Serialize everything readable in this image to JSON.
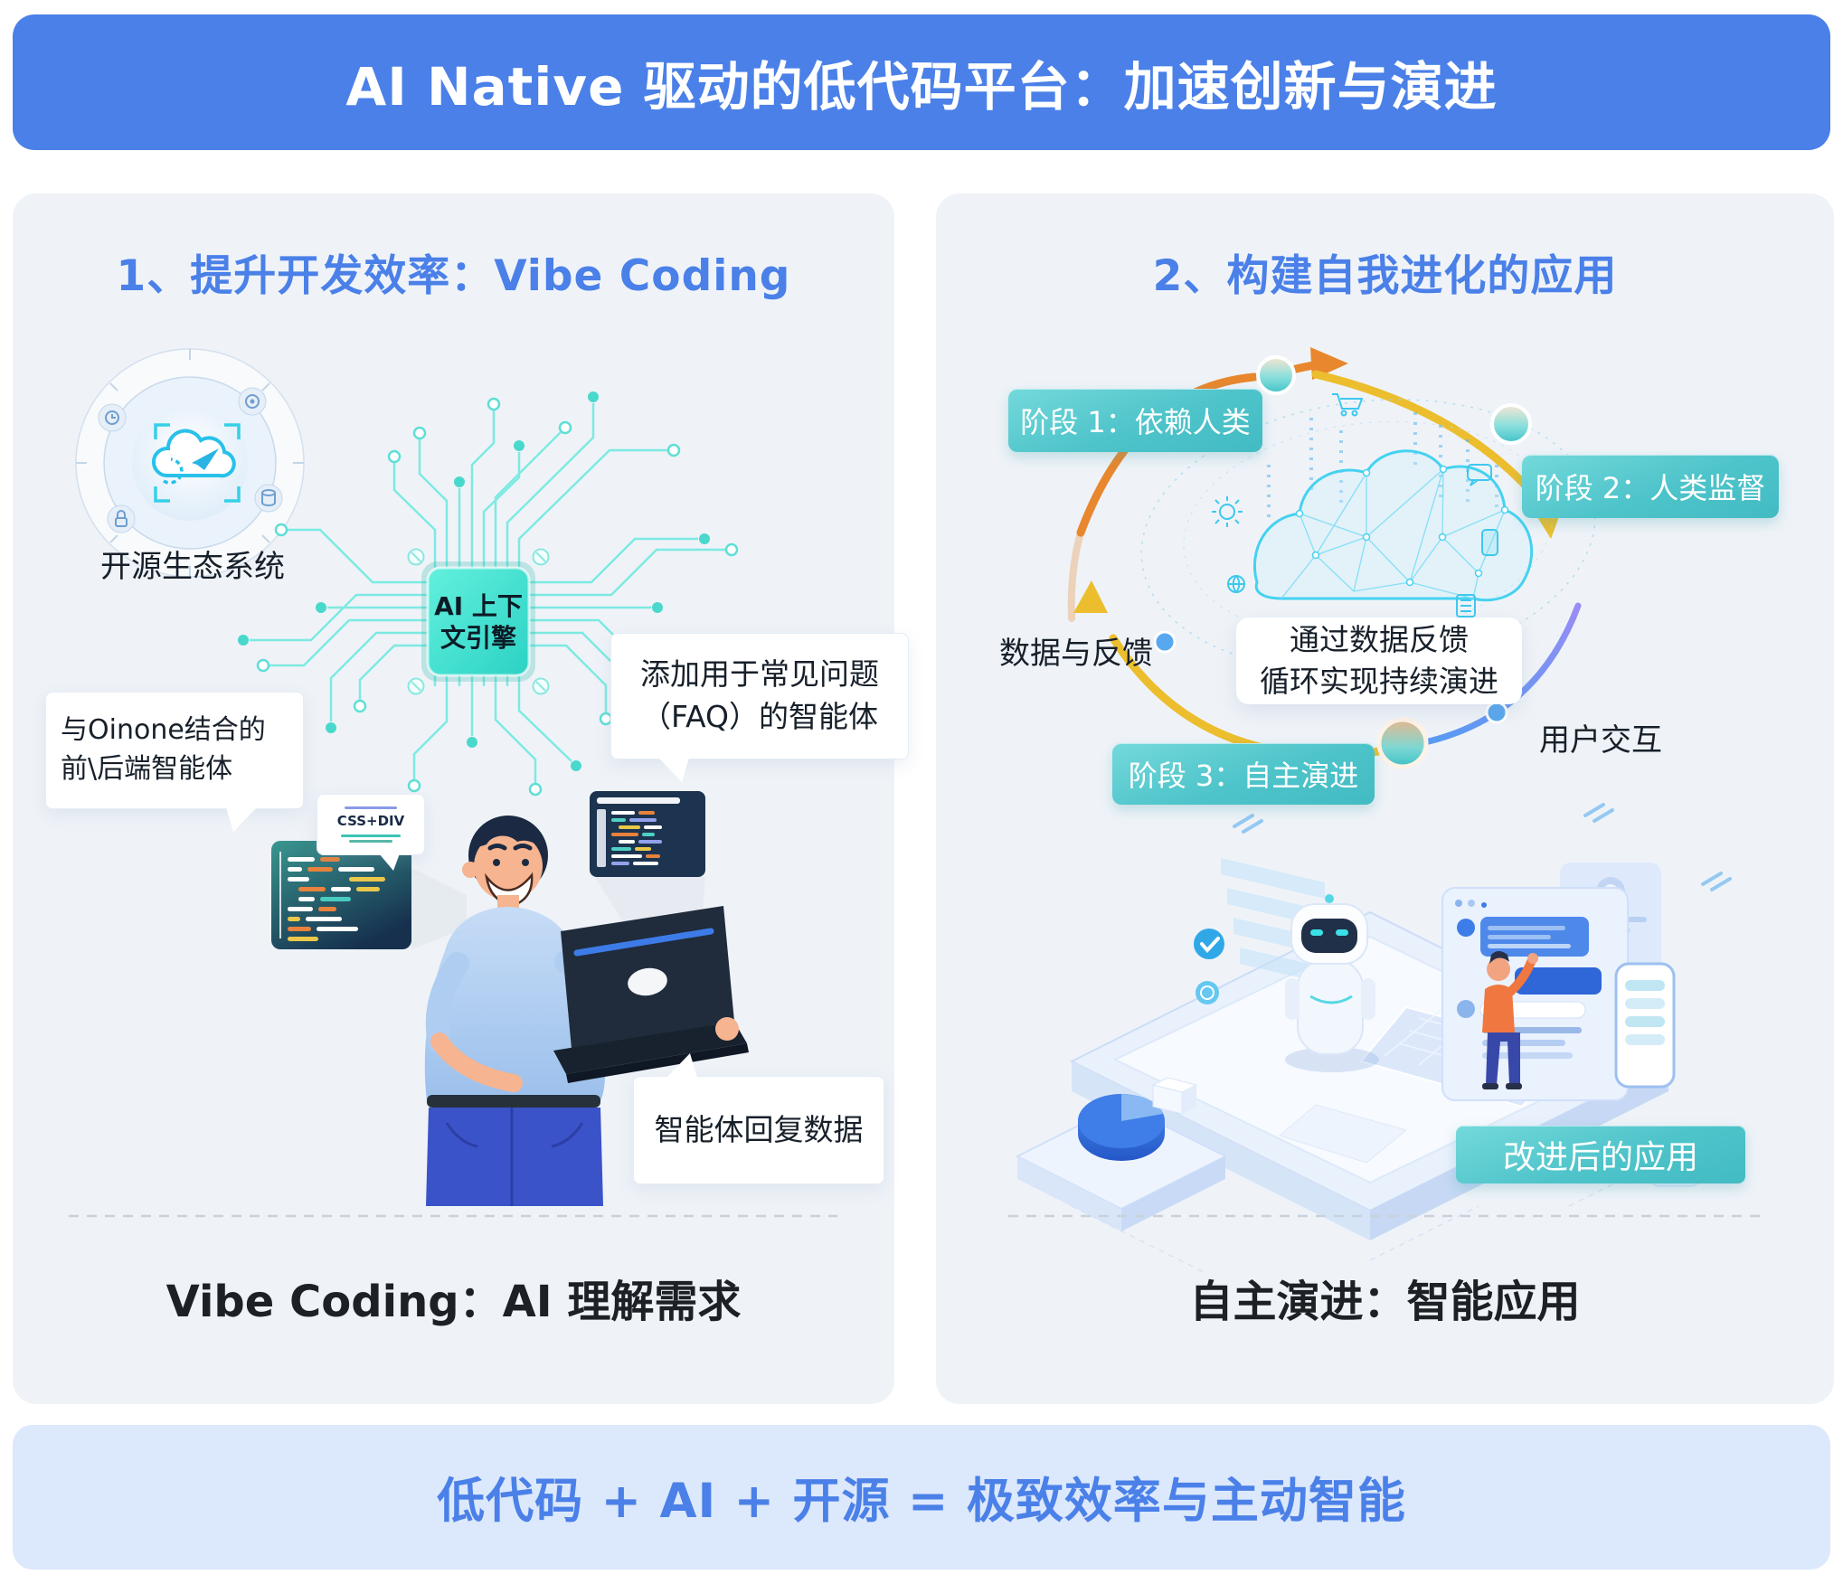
{
  "header": {
    "title": "AI Native 驱动的低代码平台：加速创新与演进"
  },
  "left": {
    "title": "1、提升开发效率：Vibe Coding",
    "ecosystem": "开源生态系统",
    "chip1": "AI 上下",
    "chip2": "文引擎",
    "oinone1": "与Oinone结合的",
    "oinone2": "前\\后端智能体",
    "faq1": "添加用于常见问题",
    "faq2": "（FAQ）的智能体",
    "cssdiv": "CSS+DIV",
    "reply": "智能体回复数据",
    "caption": "Vibe Coding：AI 理解需求"
  },
  "right": {
    "title": "2、构建自我进化的应用",
    "stage1": "阶段 1：依赖人类",
    "stage2": "阶段 2：人类监督",
    "stage3": "阶段 3：自主演进",
    "feedback": "数据与反馈",
    "loop1": "通过数据反馈",
    "loop2": "循环实现持续演进",
    "user": "用户交互",
    "improved": "改进后的应用",
    "caption": "自主演进：智能应用"
  },
  "footer": {
    "title": "低代码 + AI + 开源 = 极致效率与主动智能"
  },
  "colors": {
    "header_blue": "#4a80e8",
    "panel_bg": "#eff3f8",
    "badge_teal": "#50c5cb",
    "chip_teal": "#45e0d0",
    "circuit_cyan": "#7deae2",
    "cloud_cyan": "#49d4f0",
    "arc_orange": "#e8872e",
    "arc_yellow": "#ecbe2e",
    "arc_purple": "#8577e8",
    "dot_blue": "#57a8ee",
    "footer_bg": "#dce8fb",
    "footer_text": "#4a80e8"
  }
}
